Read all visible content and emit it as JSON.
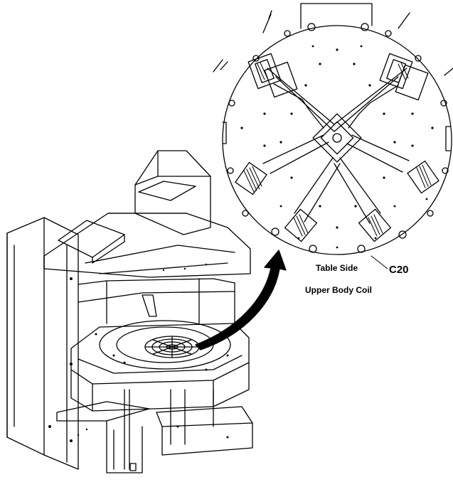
{
  "labels": {
    "table_side": "Table Side",
    "component_id": "C20",
    "coil_name": "Upper Body Coil"
  }
}
